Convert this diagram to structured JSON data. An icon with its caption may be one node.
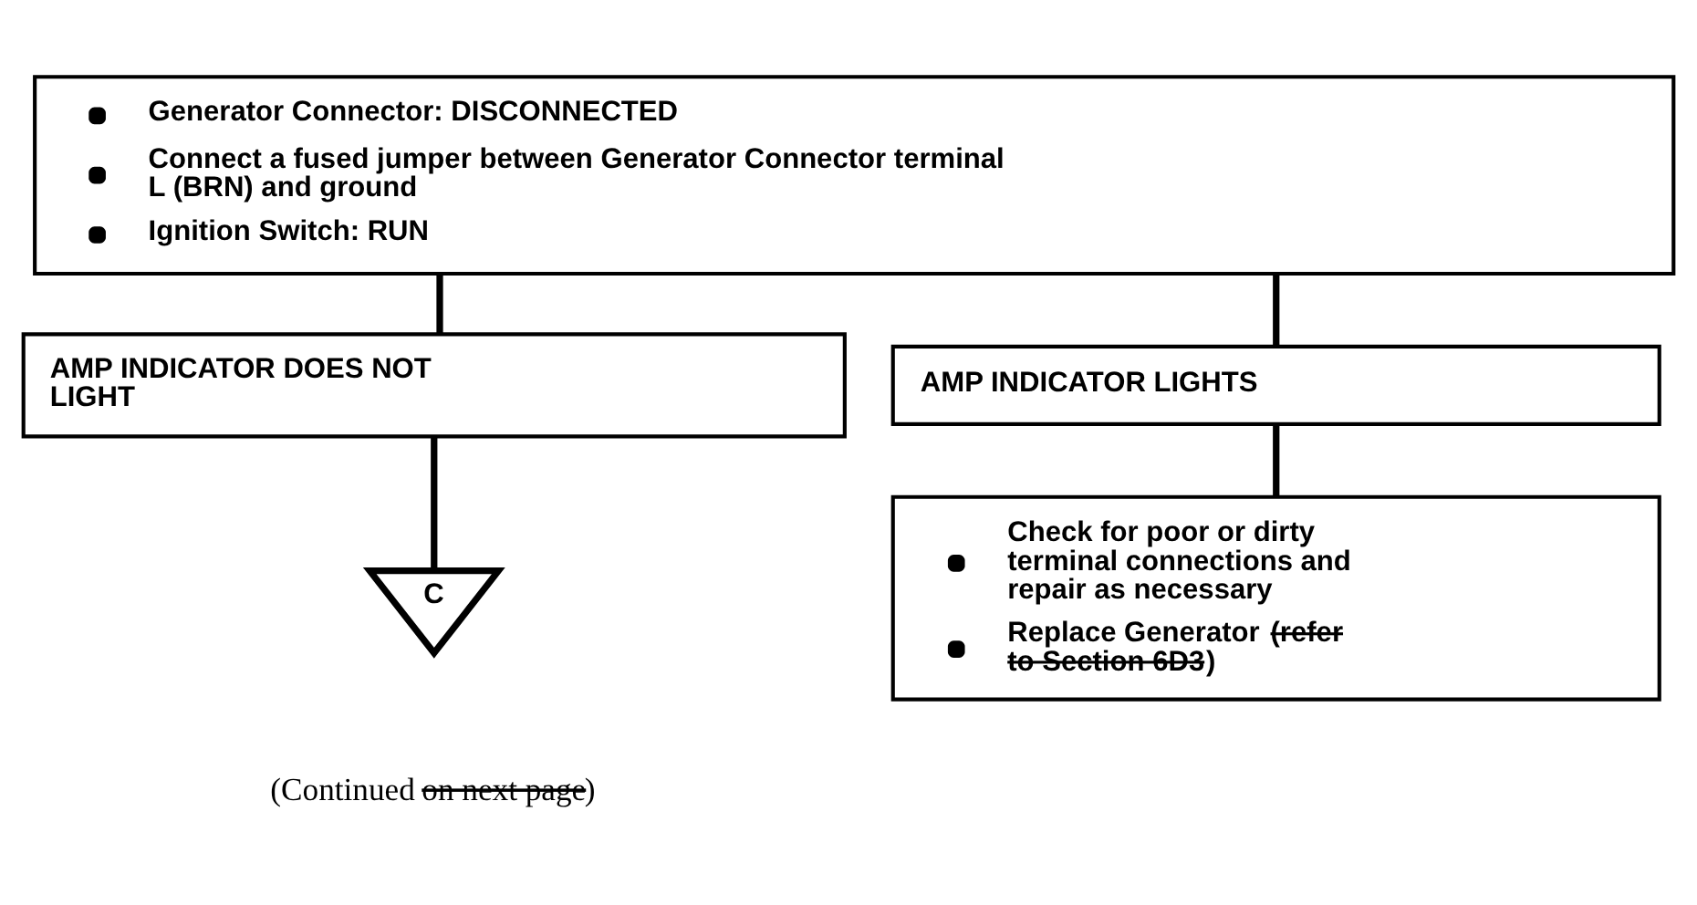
{
  "diagram": {
    "nodes": [
      {
        "text": [
          "Generator Connector: DISCONNECTED",
          "Connect a fused jumper between Generator Connector terminal L (BRN) and ground",
          "Ignition Switch: RUN"
        ]
      },
      {
        "text": [
          "AMP INDICATOR DOES NOT LIGHT"
        ]
      },
      {
        "text": [
          "AMP INDICATOR LIGHTS"
        ]
      },
      {
        "text": [
          "Check for poor or dirty terminal connections and repair as necessary",
          "Replace Generator (refer to Section 6D3)"
        ]
      },
      {
        "text": [
          "C"
        ],
        "beside": [
          "(Continued on next page)"
        ]
      }
    ],
    "edges": [
      {
        "from": 0,
        "to": 1,
        "arrow": "none"
      },
      {
        "from": 0,
        "to": 2,
        "arrow": "none"
      },
      {
        "from": 2,
        "to": 3,
        "arrow": "none"
      },
      {
        "from": 1,
        "to": 4,
        "arrow": "none"
      }
    ]
  }
}
